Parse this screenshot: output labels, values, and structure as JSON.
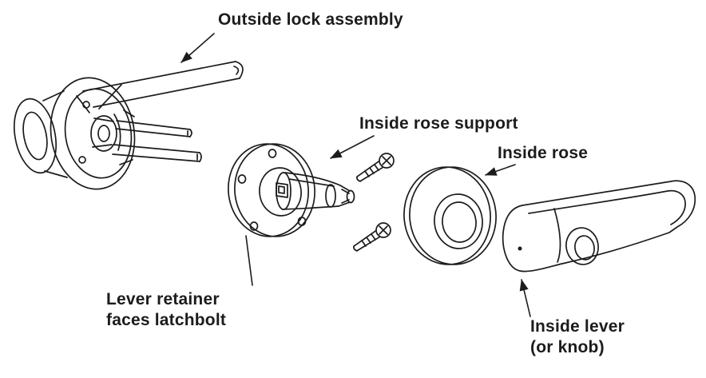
{
  "figure": {
    "background": "#ffffff",
    "ink": "#1c1c1c"
  },
  "labels": {
    "outside_lock_assembly": "Outside lock assembly",
    "inside_rose_support": "Inside rose support",
    "inside_rose": "Inside rose",
    "lever_retainer_faces_latchbolt": "Lever retainer faces latchbolt",
    "inside_lever_or_knob": "Inside lever (or knob)"
  }
}
